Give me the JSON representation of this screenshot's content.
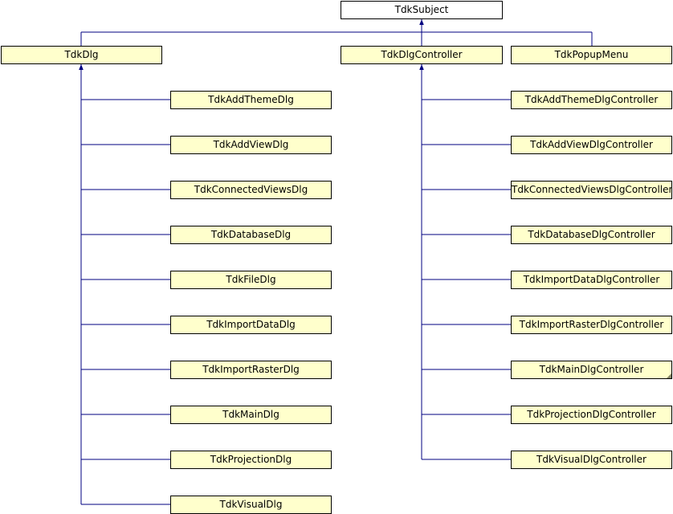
{
  "colors": {
    "node_fill": "#ffffcc",
    "root_fill": "#ffffff",
    "border": "#000000",
    "edge": "#000080"
  },
  "root": {
    "label": "TdkSubject"
  },
  "bases": [
    {
      "id": "dlg",
      "label": "TdkDlg"
    },
    {
      "id": "ctrl",
      "label": "TdkDlgController"
    },
    {
      "id": "popup",
      "label": "TdkPopupMenu"
    }
  ],
  "dialogs": [
    "TdkAddThemeDlg",
    "TdkAddViewDlg",
    "TdkConnectedViewsDlg",
    "TdkDatabaseDlg",
    "TdkFileDlg",
    "TdkImportDataDlg",
    "TdkImportRasterDlg",
    "TdkMainDlg",
    "TdkProjectionDlg",
    "TdkVisualDlg"
  ],
  "controllers": [
    "TdkAddThemeDlgController",
    "TdkAddViewDlgController",
    "TdkConnectedViewsDlgController",
    "TdkDatabaseDlgController",
    "TdkImportDataDlgController",
    "TdkImportRasterDlgController",
    "TdkMainDlgController",
    "TdkProjectionDlgController",
    "TdkVisualDlgController"
  ],
  "folded_controller": "TdkMainDlgController"
}
